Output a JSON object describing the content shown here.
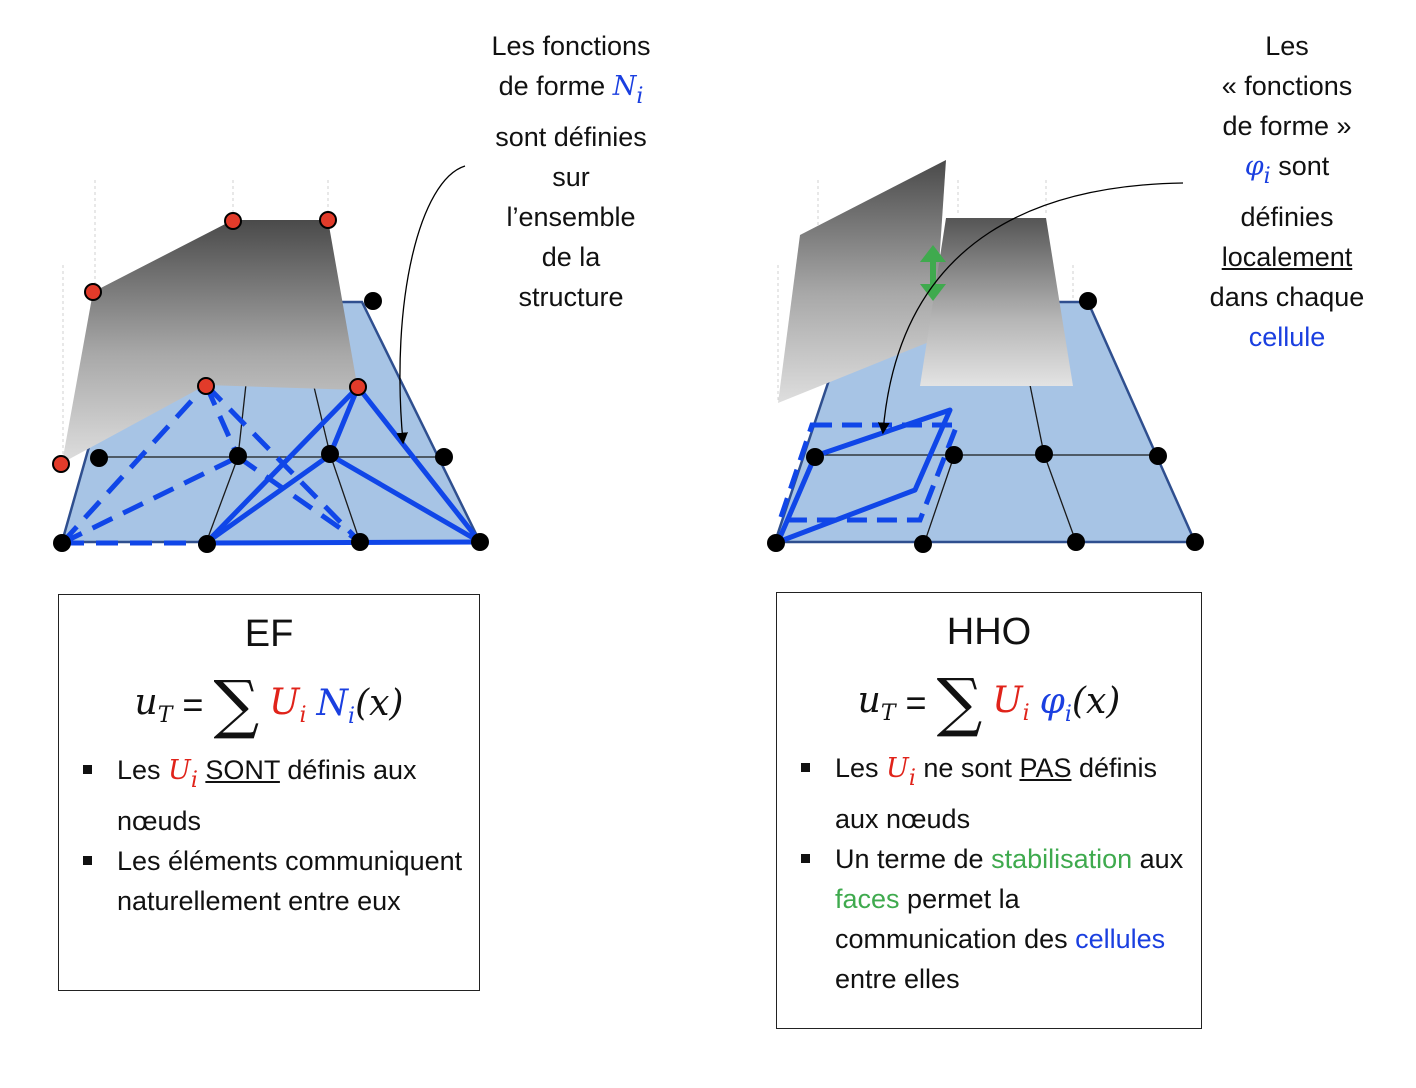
{
  "left_callout": {
    "line1": "Les fonctions",
    "line2_prefix": "de forme ",
    "symbol": "N",
    "symbol_sub": "i",
    "line3": "sont définies",
    "line4": "sur",
    "line5": "l’ensemble",
    "line6": "de la",
    "line7": "structure"
  },
  "right_callout": {
    "line1": "Les",
    "line2": "« fonctions",
    "line3": "de forme »",
    "symbol": "φ",
    "symbol_sub": "i",
    "line4_suffix": " sont",
    "line5": "définies",
    "line6": "localement",
    "line7": "dans chaque",
    "line8": "cellule"
  },
  "ef_box": {
    "title": "EF",
    "formula": {
      "lhs": "u",
      "lhs_sub": "T",
      "equals": "=",
      "sum": "∑",
      "coef": "U",
      "coef_sub": "i",
      "func": "N",
      "func_sub": "i",
      "arg": "(x)"
    },
    "bullet1": {
      "prefix": "Les ",
      "sym": "U",
      "sym_sub": "i",
      "space": " ",
      "emph": "SONT",
      "suffix": " définis aux nœuds"
    },
    "bullet2": {
      "text": "Les éléments communiquent naturellement entre eux"
    }
  },
  "hho_box": {
    "title": "HHO",
    "formula": {
      "lhs": "u",
      "lhs_sub": "T",
      "equals": "=",
      "sum": "∑",
      "coef": "U",
      "coef_sub": "i",
      "func": "φ",
      "func_sub": "i",
      "arg": "(x)"
    },
    "bullet1": {
      "prefix": "Les ",
      "sym": "U",
      "sym_sub": "i",
      "middle": " ne sont ",
      "emph": "PAS",
      "suffix": " définis aux nœuds"
    },
    "bullet2": {
      "prefix": "Un terme de ",
      "green1": "stabilisation",
      "mid1": " aux ",
      "green2": "faces",
      "mid2": " permet la communication des ",
      "blue": "cellules",
      "suffix": " entre elles"
    }
  },
  "colors": {
    "mesh_fill": "#a7c4e5",
    "mesh_edge": "#2f4f8f",
    "node": "#000000",
    "ef_node": "#e23b2a",
    "shape_fn": "#1a3fe0",
    "stabilisation": "#3faa4e"
  }
}
